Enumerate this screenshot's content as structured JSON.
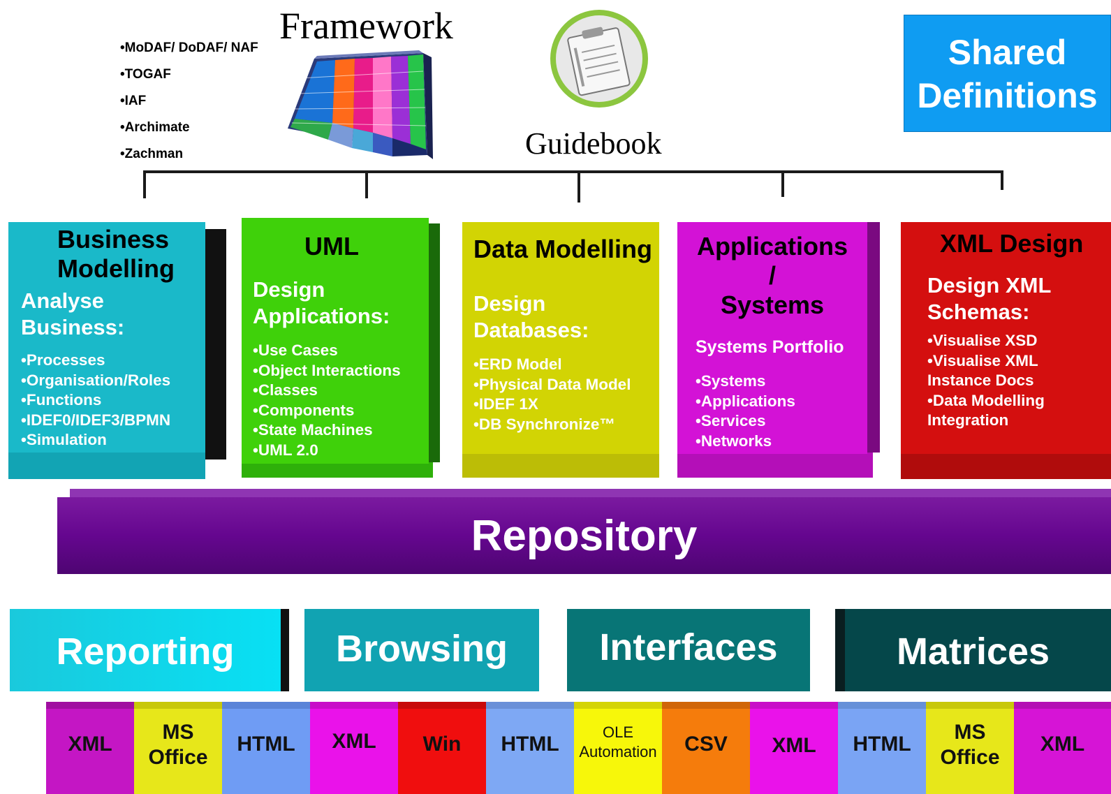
{
  "framework": {
    "title": "Framework",
    "items": [
      "•MoDAF/ DoDAF/ NAF",
      "•TOGAF",
      "•IAF",
      "•Archimate",
      "•Zachman"
    ]
  },
  "guidebook": {
    "title": "Guidebook"
  },
  "shared_definitions": {
    "line1": "Shared",
    "line2": "Definitions"
  },
  "boxes": [
    {
      "title_lines": [
        "Business",
        "Modelling"
      ],
      "subtitle_lines": [
        "Analyse",
        "Business:"
      ],
      "items": [
        "•Processes",
        "•Organisation/Roles",
        "•Functions",
        "•IDEF0/IDEF3/BPMN",
        "•Simulation"
      ],
      "color": "#1ab9c9"
    },
    {
      "title_lines": [
        "UML"
      ],
      "subtitle_lines": [
        "Design",
        "Applications:"
      ],
      "items": [
        "•Use Cases",
        "•Object Interactions",
        "•Classes",
        "•Components",
        "•State Machines",
        "•UML 2.0"
      ],
      "color": "#3fd10a"
    },
    {
      "title_lines": [
        "Data Modelling"
      ],
      "subtitle_lines": [
        "Design",
        "Databases:"
      ],
      "items": [
        "•ERD Model",
        "•Physical Data Model",
        "•IDEF 1X",
        "•DB Synchronize™"
      ],
      "color": "#d2d404"
    },
    {
      "title_lines": [
        "Applications",
        "/",
        "Systems"
      ],
      "subtitle_lines": [
        "Systems Portfolio"
      ],
      "items": [
        "•Systems",
        "•Applications",
        "•Services",
        "•Networks"
      ],
      "color": "#d312d6"
    },
    {
      "title_lines": [
        "XML Design"
      ],
      "subtitle_lines": [
        "Design XML",
        "Schemas:"
      ],
      "items": [
        "•Visualise XSD",
        "•Visualise XML",
        "Instance Docs",
        "•Data Modelling",
        "Integration"
      ],
      "color": "#d40f0f"
    }
  ],
  "repository": {
    "label": "Repository",
    "color": "#65068f"
  },
  "capabilities": [
    {
      "label": "Reporting",
      "color": "#12cde6"
    },
    {
      "label": "Browsing",
      "color": "#11a3b2"
    },
    {
      "label": "Interfaces",
      "color": "#087576"
    },
    {
      "label": "Matrices",
      "color": "#05474a"
    }
  ],
  "formats": [
    {
      "lines": [
        "XML"
      ],
      "color": "#c416c4"
    },
    {
      "lines": [
        "MS",
        "Office"
      ],
      "color": "#e7e71a"
    },
    {
      "lines": [
        "HTML"
      ],
      "color": "#6f9cf4"
    },
    {
      "lines": [
        "XML"
      ],
      "color": "#ea12ea"
    },
    {
      "lines": [
        "Win"
      ],
      "color": "#f00e0e"
    },
    {
      "lines": [
        "HTML"
      ],
      "color": "#7ea8f4"
    },
    {
      "lines": [
        "OLE",
        "Automation"
      ],
      "color": "#f7f70a"
    },
    {
      "lines": [
        "CSV"
      ],
      "color": "#f57c0c"
    },
    {
      "lines": [
        "XML"
      ],
      "color": "#ea12ea"
    },
    {
      "lines": [
        "HTML"
      ],
      "color": "#7aa4f4"
    },
    {
      "lines": [
        "MS",
        "Office"
      ],
      "color": "#e7e71a"
    },
    {
      "lines": [
        "XML"
      ],
      "color": "#d614d6"
    }
  ]
}
